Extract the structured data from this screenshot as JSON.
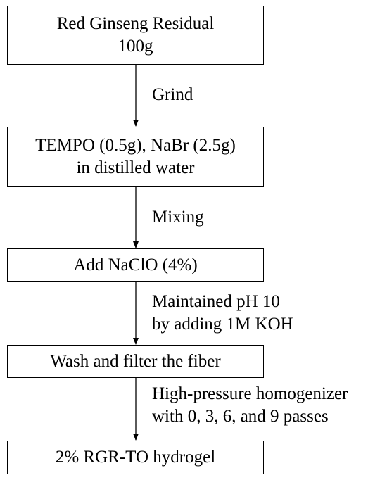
{
  "flowchart": {
    "steps": [
      {
        "lines": [
          "Red Ginseng Residual",
          "100g"
        ]
      },
      {
        "lines": [
          "TEMPO (0.5g), NaBr (2.5g)",
          "in distilled water"
        ]
      },
      {
        "lines": [
          "Add NaClO (4%)"
        ]
      },
      {
        "lines": [
          "Wash and filter the fiber"
        ]
      },
      {
        "lines": [
          "2% RGR-TO hydrogel"
        ]
      }
    ],
    "transitions": [
      {
        "lines": [
          "Grind"
        ]
      },
      {
        "lines": [
          "Mixing"
        ]
      },
      {
        "lines": [
          "Maintained pH 10",
          "by adding 1M KOH"
        ]
      },
      {
        "lines": [
          "High-pressure homogenizer",
          "with 0, 3, 6, and 9 passes"
        ]
      }
    ]
  }
}
